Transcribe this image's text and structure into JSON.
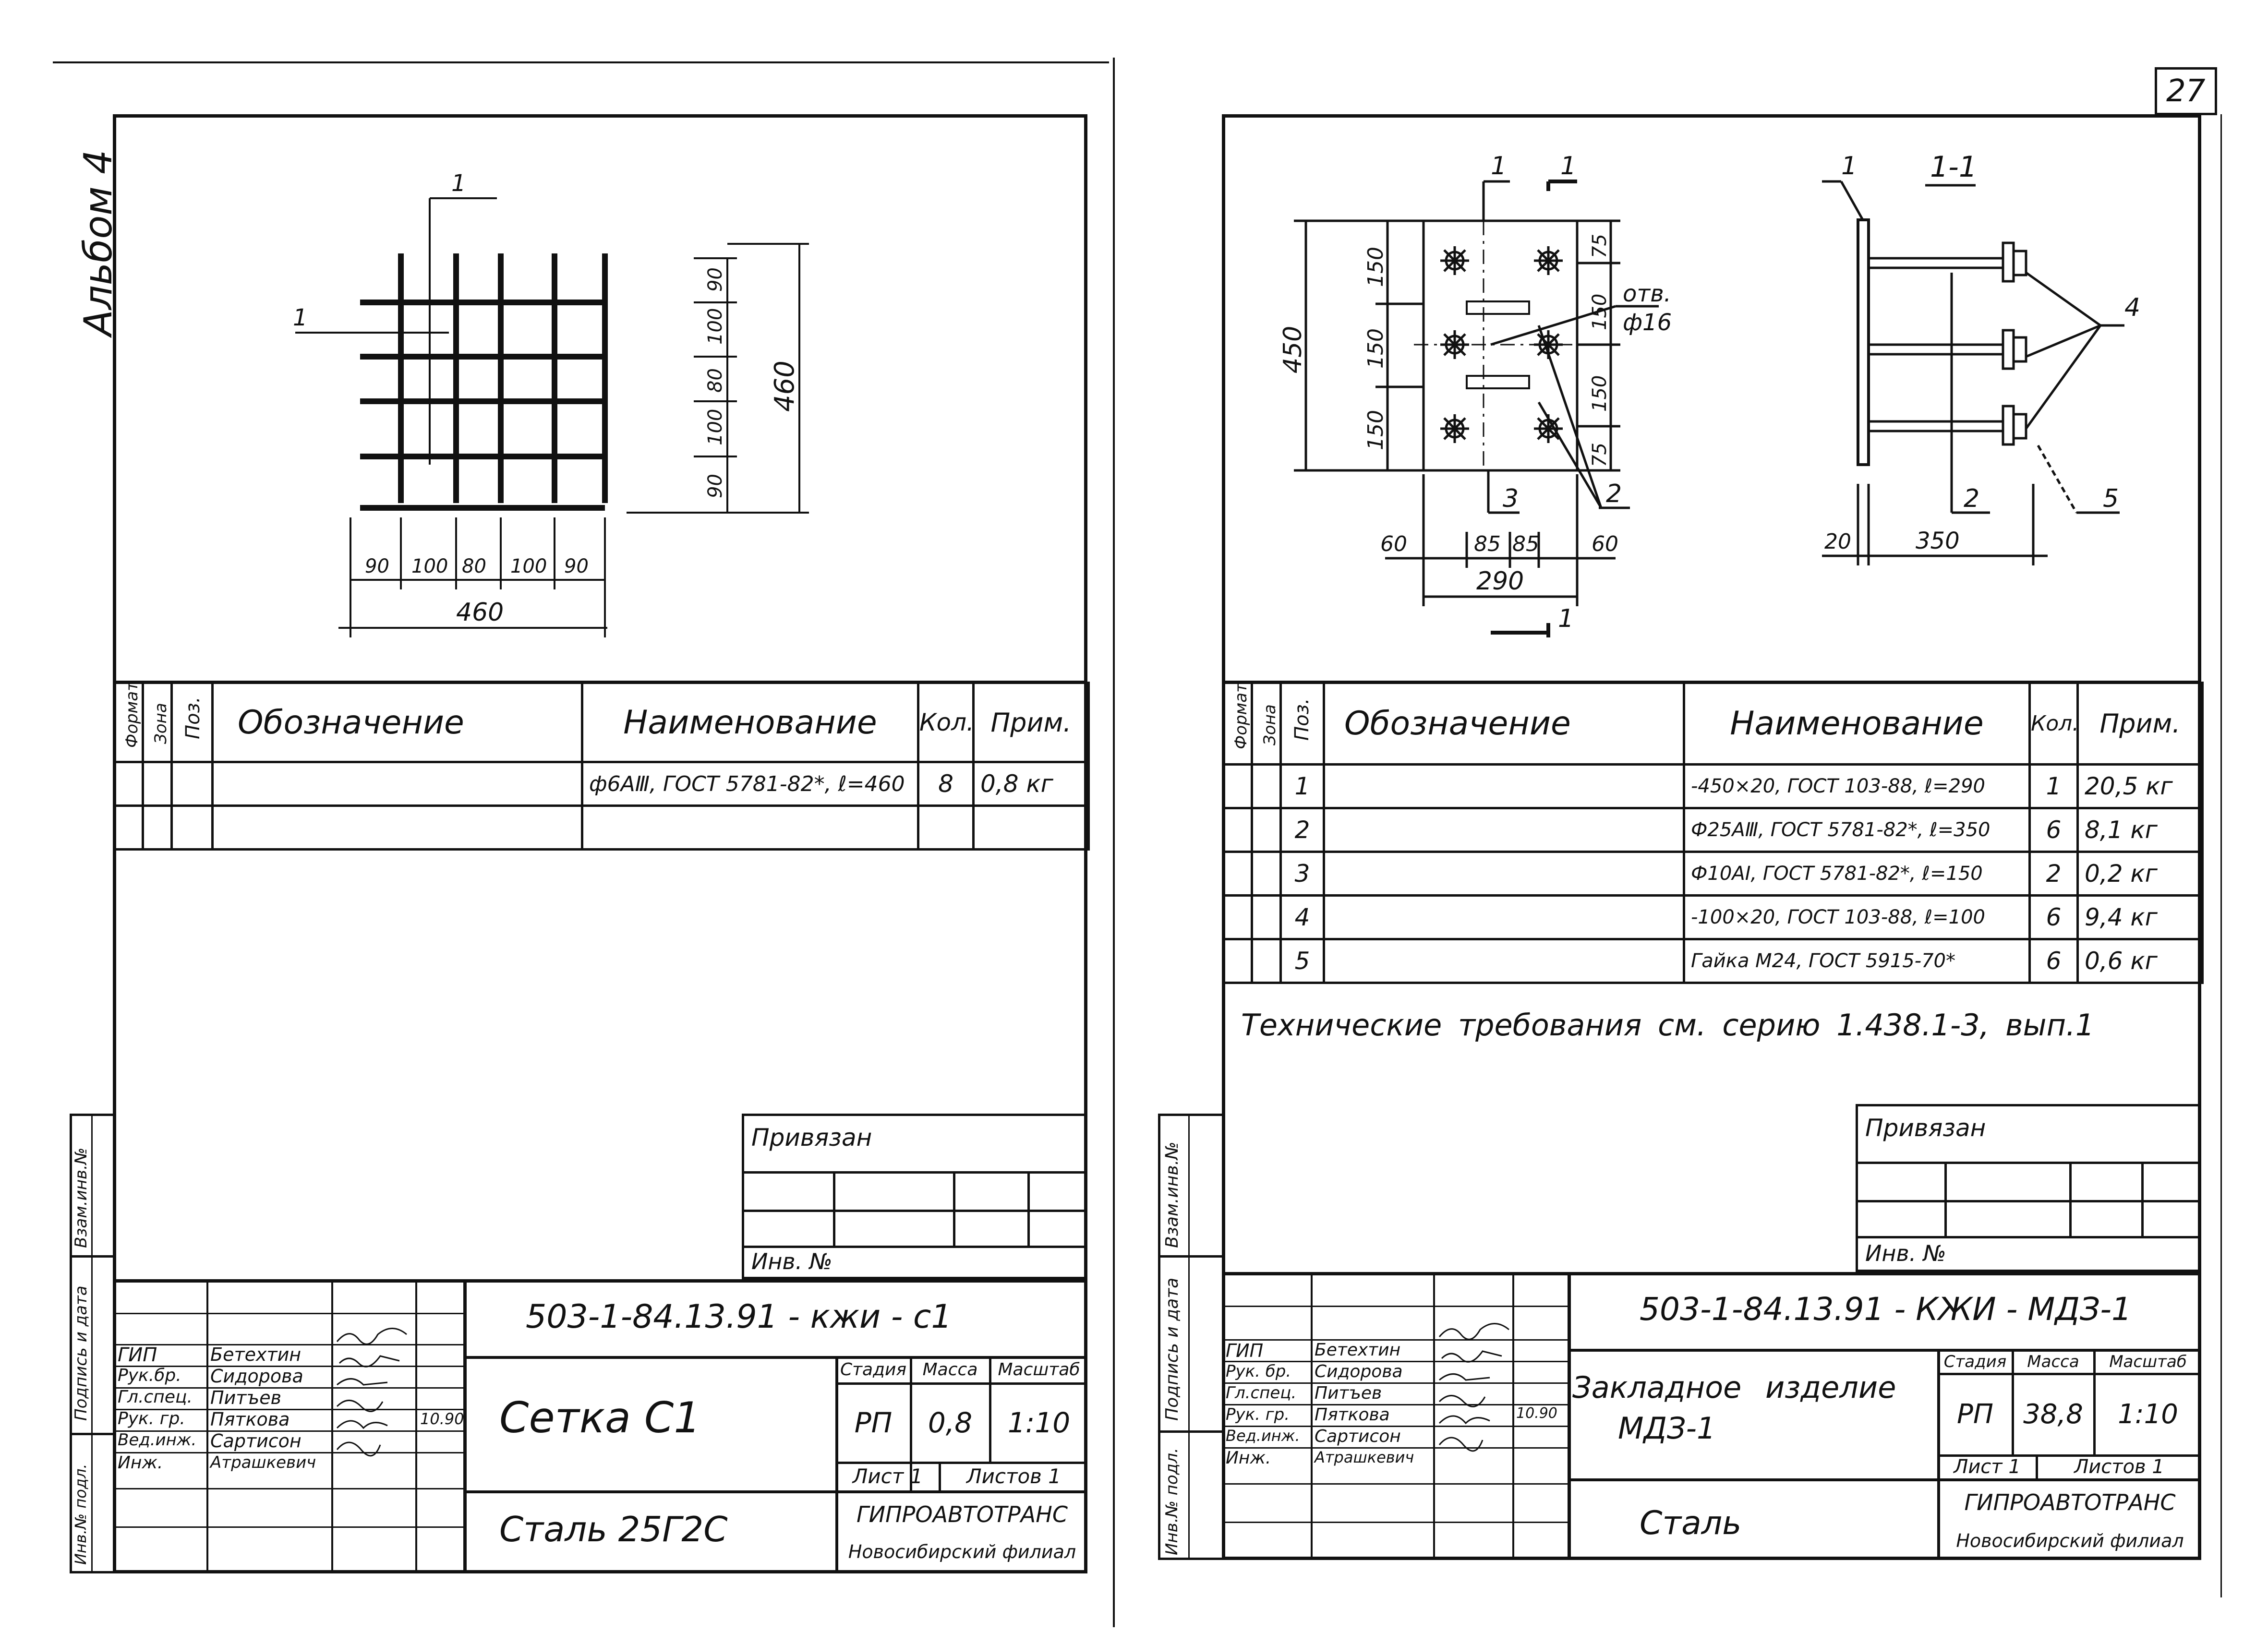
{
  "page_number": "27",
  "album_label": "Альбом 4",
  "left": {
    "drawing": {
      "leader_top": "1",
      "leader_left": "1",
      "dims_vertical": [
        "90",
        "100",
        "80",
        "100",
        "90"
      ],
      "dim_vertical_total": "460",
      "dims_horizontal": [
        "90",
        "100",
        "80",
        "100",
        "90"
      ],
      "dim_horizontal_total": "460"
    },
    "spec_headers": {
      "format": "Формат",
      "zone": "Зона",
      "pos": "Поз.",
      "designation": "Обозначение",
      "name": "Наименование",
      "qty": "Кол.",
      "note": "Прим."
    },
    "spec_rows": [
      {
        "pos": "",
        "designation": "",
        "name": "ф6АⅢ, ГОСТ 5781-82*, ℓ=460",
        "qty": "8",
        "note": "0,8 кг"
      }
    ],
    "stamp": {
      "privyazan": "Привязан",
      "inv_no": "Инв. №",
      "code": "503-1-84.13.91 - кжи - с1",
      "title": "Сетка С1",
      "material": "Сталь 25Г2С",
      "stage_label": "Стадия",
      "mass_label": "Масса",
      "scale_label": "Масштаб",
      "stage": "РП",
      "mass": "0,8",
      "scale": "1:10",
      "sheet": "Лист 1",
      "sheets": "Листов 1",
      "org": "ГИПРОАВТОТРАНС",
      "branch": "Новосибирский филиал",
      "roles": [
        "ГИП",
        "Рук.бр.",
        "Гл.спец.",
        "Рук. гр.",
        "Вед.инж.",
        "Инж."
      ],
      "names": [
        "Бетехтин",
        "Сидорова",
        "Питъев",
        "Пяткова",
        "Сартисон",
        "Атрашкевич"
      ],
      "date": "10.90"
    },
    "side_labels": {
      "vzam": "Взам.инв.№",
      "podpis": "Подпись и дата",
      "inv_podl": "Инв.№ подл."
    }
  },
  "right": {
    "drawing": {
      "pos1": "1",
      "section_mark": "1",
      "section_mark_bottom": "1",
      "hole_note_1": "отв.",
      "hole_note_2": "ф16",
      "dim_450": "450",
      "dims_left": [
        "150",
        "150",
        "150"
      ],
      "dims_right": [
        "75",
        "150",
        "150",
        "75"
      ],
      "pos3": "3",
      "pos2": "2",
      "dims_bottom": [
        "60",
        "85",
        "85",
        "60"
      ],
      "dim_290": "290",
      "section_title": "1-1",
      "sec_pos1": "1",
      "sec_pos4": "4",
      "sec_pos2": "2",
      "sec_pos5": "5",
      "dim_20": "20",
      "dim_350": "350"
    },
    "spec_headers": {
      "format": "Формат",
      "zone": "Зона",
      "pos": "Поз.",
      "designation": "Обозначение",
      "name": "Наименование",
      "qty": "Кол.",
      "note": "Прим."
    },
    "spec_rows": [
      {
        "pos": "1",
        "designation": "",
        "name": "-450×20, ГОСТ 103-88, ℓ=290",
        "qty": "1",
        "note": "20,5 кг"
      },
      {
        "pos": "2",
        "designation": "",
        "name": "Ф25АⅢ, ГОСТ 5781-82*, ℓ=350",
        "qty": "6",
        "note": "8,1 кг"
      },
      {
        "pos": "3",
        "designation": "",
        "name": "Ф10АI, ГОСТ 5781-82*, ℓ=150",
        "qty": "2",
        "note": "0,2 кг"
      },
      {
        "pos": "4",
        "designation": "",
        "name": "-100×20, ГОСТ 103-88, ℓ=100",
        "qty": "6",
        "note": "9,4 кг"
      },
      {
        "pos": "5",
        "designation": "",
        "name": "Гайка М24, ГОСТ 5915-70*",
        "qty": "6",
        "note": "0,6 кг"
      }
    ],
    "tech_req": "Технические требования см. серию 1.438.1-3, вып.1",
    "stamp": {
      "privyazan": "Привязан",
      "inv_no": "Инв. №",
      "code": "503-1-84.13.91 - КЖИ - МДЗ-1",
      "title_line1": "Закладное изделие",
      "title_line2": "МДЗ-1",
      "material": "Сталь",
      "stage_label": "Стадия",
      "mass_label": "Масса",
      "scale_label": "Масштаб",
      "stage": "РП",
      "mass": "38,8",
      "scale": "1:10",
      "sheet": "Лист 1",
      "sheets": "Листов 1",
      "org": "ГИПРОАВТОТРАНС",
      "branch": "Новосибирский филиал",
      "roles": [
        "ГИП",
        "Рук. бр.",
        "Гл.спец.",
        "Рук. гр.",
        "Вед.инж.",
        "Инж."
      ],
      "names": [
        "Бетехтин",
        "Сидорова",
        "Питъев",
        "Пяткова",
        "Сартисон",
        "Атрашкевич"
      ],
      "date": "10.90"
    },
    "side_labels": {
      "vzam": "Взам.инв.№",
      "podpis": "Подпись и дата",
      "inv_podl": "Инв.№ подл."
    }
  }
}
